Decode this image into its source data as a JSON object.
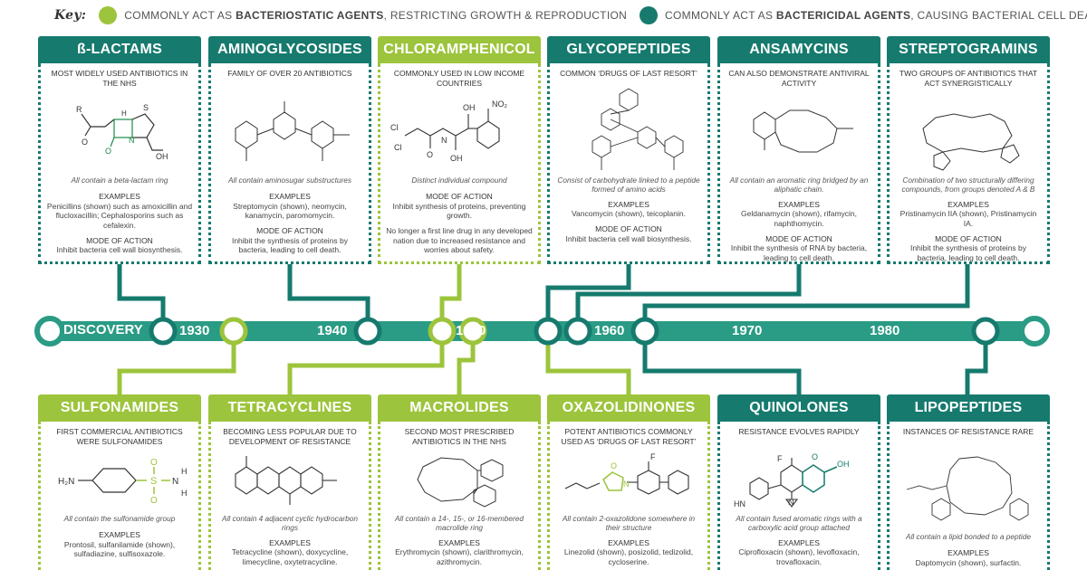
{
  "key": {
    "title": "Key:",
    "lime_text_pre": "COMMONLY ACT AS ",
    "lime_text_bold": "BACTERIOSTATIC AGENTS",
    "lime_text_post": ", RESTRICTING GROWTH & REPRODUCTION",
    "teal_text_pre": "COMMONLY ACT AS ",
    "teal_text_bold": "BACTERICIDAL AGENTS",
    "teal_text_post": ", CAUSING BACTERIAL CELL DEATH",
    "colors": {
      "bacteriostatic": "#9cc43c",
      "bactericidal": "#167a6e"
    }
  },
  "timeline": {
    "label": "DISCOVERY",
    "years": [
      "1930",
      "1940",
      "1950",
      "1960",
      "1970",
      "1980"
    ]
  },
  "top_cards": [
    {
      "title": "ß-LACTAMS",
      "subtitle": "MOST WIDELY USED ANTIBIOTICS IN THE NHS",
      "caption": "All contain a beta-lactam ring",
      "examples_label": "EXAMPLES",
      "examples": "Penicillins (shown) such as amoxicillin and flucloxacillin; Cephalosporins such as cefalexin.",
      "mode_label": "MODE OF ACTION",
      "mode": "Inhibit bacteria cell wall biosynthesis.",
      "note": ""
    },
    {
      "title": "AMINOGLYCOSIDES",
      "subtitle": "FAMILY OF OVER 20 ANTIBIOTICS",
      "caption": "All contain aminosugar substructures",
      "examples_label": "EXAMPLES",
      "examples": "Streptomycin (shown), neomycin, kanamycin, paromomycin.",
      "mode_label": "MODE OF ACTION",
      "mode": "Inhibit the synthesis of proteins by bacteria, leading to cell death.",
      "note": ""
    },
    {
      "title": "CHLORAMPHENICOL",
      "subtitle": "COMMONLY USED IN LOW INCOME COUNTRIES",
      "caption": "Distinct individual compound",
      "examples_label": "",
      "examples": "",
      "mode_label": "MODE OF ACTION",
      "mode": "Inhibit synthesis of proteins, preventing growth.",
      "note": "No longer a first line drug in any developed nation due to increased resistance and worries about safety."
    },
    {
      "title": "GLYCOPEPTIDES",
      "subtitle": "COMMON ‘DRUGS OF LAST RESORT’",
      "caption": "Consist of carbohydrate linked to a peptide formed of amino acids",
      "examples_label": "EXAMPLES",
      "examples": "Vancomycin (shown), teicoplanin.",
      "mode_label": "MODE OF ACTION",
      "mode": "Inhibit bacteria cell wall biosynthesis.",
      "note": ""
    },
    {
      "title": "ANSAMYCINS",
      "subtitle": "CAN ALSO DEMONSTRATE ANTIVIRAL ACTIVITY",
      "caption": "All contain an aromatic ring bridged by an aliphatic chain.",
      "examples_label": "EXAMPLES",
      "examples": "Geldanamycin (shown), rifamycin, naphthomycin.",
      "mode_label": "MODE OF ACTION",
      "mode": "Inhibit the synthesis of RNA by bacteria, leading to cell death.",
      "note": ""
    },
    {
      "title": "STREPTOGRAMINS",
      "subtitle": "TWO GROUPS OF ANTIBIOTICS THAT ACT SYNERGISTICALLY",
      "caption": "Combination of two structurally differing compounds, from groups denoted A & B",
      "examples_label": "EXAMPLES",
      "examples": "Pristinamycin IIA (shown), Pristinamycin IA.",
      "mode_label": "MODE OF ACTION",
      "mode": "Inhibit the synthesis of proteins by bacteria, leading to cell death.",
      "note": ""
    }
  ],
  "bottom_cards": [
    {
      "title": "SULFONAMIDES",
      "subtitle": "FIRST COMMERCIAL ANTIBIOTICS WERE SULFONAMIDES",
      "caption": "All contain the sulfonamide group",
      "examples_label": "EXAMPLES",
      "examples": "Prontosil, sulfanilamide (shown), sulfadiazine, sulfisoxazole."
    },
    {
      "title": "TETRACYCLINES",
      "subtitle": "BECOMING LESS POPULAR DUE TO DEVELOPMENT OF RESISTANCE",
      "caption": "All contain 4 adjacent cyclic hydrocarbon rings",
      "examples_label": "EXAMPLES",
      "examples": "Tetracycline (shown), doxycycline, limecycline, oxytetracycline."
    },
    {
      "title": "MACROLIDES",
      "subtitle": "SECOND MOST PRESCRIBED ANTIBIOTICS IN THE NHS",
      "caption": "All contain a 14-, 15-, or 16-membered macrolide ring",
      "examples_label": "EXAMPLES",
      "examples": "Erythromycin (shown), clarithromycin, azithromycin."
    },
    {
      "title": "OXAZOLIDINONES",
      "subtitle": "POTENT ANTIBIOTICS COMMONLY USED AS ‘DRUGS OF LAST RESORT’",
      "caption": "All contain 2-oxazolidone somewhere in their structure",
      "examples_label": "EXAMPLES",
      "examples": "Linezolid (shown), posizolid, tedizolid, cycloserine."
    },
    {
      "title": "QUINOLONES",
      "subtitle": "RESISTANCE EVOLVES RAPIDLY",
      "caption": "All contain fused aromatic rings with a carboxylic acid group attached",
      "examples_label": "EXAMPLES",
      "examples": "Ciprofloxacin (shown), levofloxacin, trovafloxacin."
    },
    {
      "title": "LIPOPEPTIDES",
      "subtitle": "INSTANCES OF RESISTANCE RARE",
      "caption": "All contain a lipid bonded to a peptide",
      "examples_label": "EXAMPLES",
      "examples": "Daptomycin (shown), surfactin."
    }
  ],
  "molecule_labels": {
    "beta_R": "R",
    "beta_N": "N",
    "beta_O1": "O",
    "beta_O2": "O",
    "beta_S": "S",
    "beta_OH": "OH",
    "beta_H": "H",
    "chl_Cl1": "Cl",
    "chl_Cl2": "Cl",
    "chl_O": "O",
    "chl_N": "N",
    "chl_OH": "OH",
    "chl_OH2": "OH",
    "chl_NO2": "NO₂",
    "sulf_H2N": "H₂N",
    "sulf_S": "S",
    "sulf_N": "N",
    "sulf_H1": "H",
    "sulf_H2": "H",
    "sulf_O1": "O",
    "sulf_O2": "O",
    "quin_F": "F",
    "quin_N": "N",
    "quin_OH": "OH",
    "quin_O": "O",
    "quin_HN": "HN",
    "oxa_N": "N",
    "oxa_O": "O",
    "oxa_F": "F"
  }
}
